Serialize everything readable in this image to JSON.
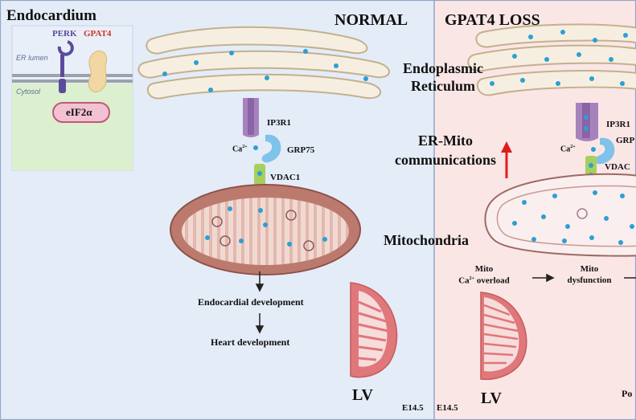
{
  "inset": {
    "title": "Endocardium",
    "perk": "PERK",
    "gpat4": "GPAT4",
    "er_lumen": "ER lumen",
    "cytosol": "Cytosol",
    "eif2a": "eIF2",
    "eif2a_symbol": "α"
  },
  "normal": {
    "title": "NORMAL",
    "ip3r1": "IP3R1",
    "ca": "Ca",
    "ca_sup": "2+",
    "grp75": "GRP75",
    "vdac1": "VDAC1",
    "step1": "Endocardial development",
    "step2": "Heart development",
    "lv": "LV",
    "stage": "E14.5"
  },
  "center_labels": {
    "er_line1": "Endoplasmic",
    "er_line2": "Reticulum",
    "comm_line1": "ER-Mito",
    "comm_line2": "communications",
    "mito": "Mitochondria"
  },
  "loss": {
    "title": "GPAT4 LOSS",
    "ip3r1": "IP3R1",
    "ca": "Ca",
    "ca_sup": "2+",
    "grp75": "GRP",
    "vdac1": "VDAC",
    "overload_line1": "Mito",
    "overload_line2_prefix": "Ca",
    "overload_line2_sup": "2+",
    "overload_line2_suffix": " overload",
    "dysfunction_line1": "Mito",
    "dysfunction_line2": "dysfunction",
    "lv": "LV",
    "stage": "E14.5",
    "edge_text": "Po"
  },
  "colors": {
    "normal_bg": "#dfe9f7",
    "loss_bg": "#fbe4e4",
    "er_fill": "#f6efe1",
    "er_stroke": "#c4b08d",
    "dot": "#2c9fd4",
    "mito_normal": "#bc7a6e",
    "mito_inner": "#f4e4df",
    "ip3r1": "#a783bd",
    "grp75": "#7fc2ea",
    "vdac1": "#a7cf5e",
    "arrow_red": "#e01b1b",
    "lv_fill": "#e0777a",
    "perk": "#5b4b9c",
    "gpat4_red": "#d0342c"
  }
}
